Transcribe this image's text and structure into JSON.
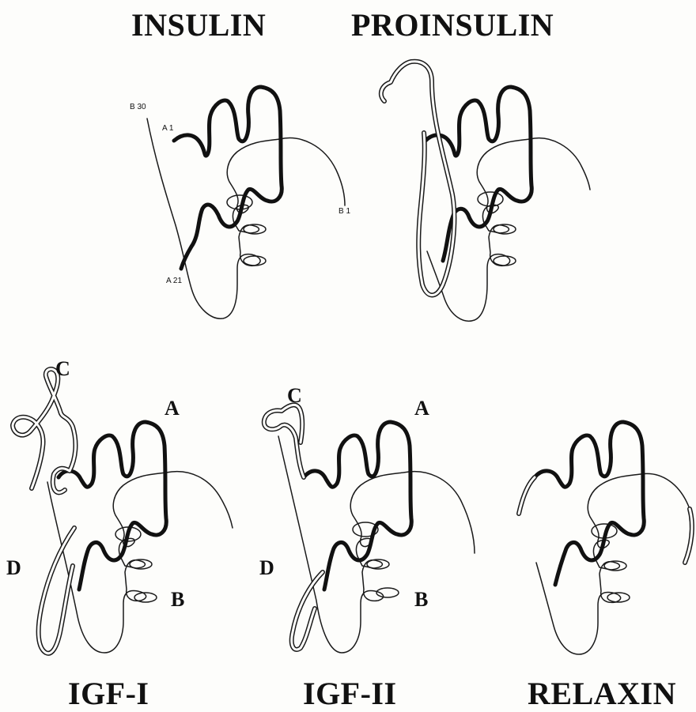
{
  "panels": {
    "insulin": {
      "title": "INSULIN",
      "termini": {
        "b30": "B 30",
        "a1": "A 1",
        "b1": "B 1",
        "a21": "A 21"
      }
    },
    "proinsulin": {
      "title": "PROINSULIN"
    },
    "igf1": {
      "title": "IGF-I",
      "domains": {
        "a": "A",
        "b": "B",
        "c": "C",
        "d": "D"
      }
    },
    "igf2": {
      "title": "IGF-II",
      "domains": {
        "a": "A",
        "b": "B",
        "c": "C",
        "d": "D"
      }
    },
    "relaxin": {
      "title": "RELAXIN"
    }
  },
  "legend_styles": {
    "a_chain": "bold black line",
    "b_chain": "thin black line",
    "c_d_regions": "double outline line"
  },
  "colors": {
    "ink": "#111111",
    "background": "#fdfdfb"
  }
}
